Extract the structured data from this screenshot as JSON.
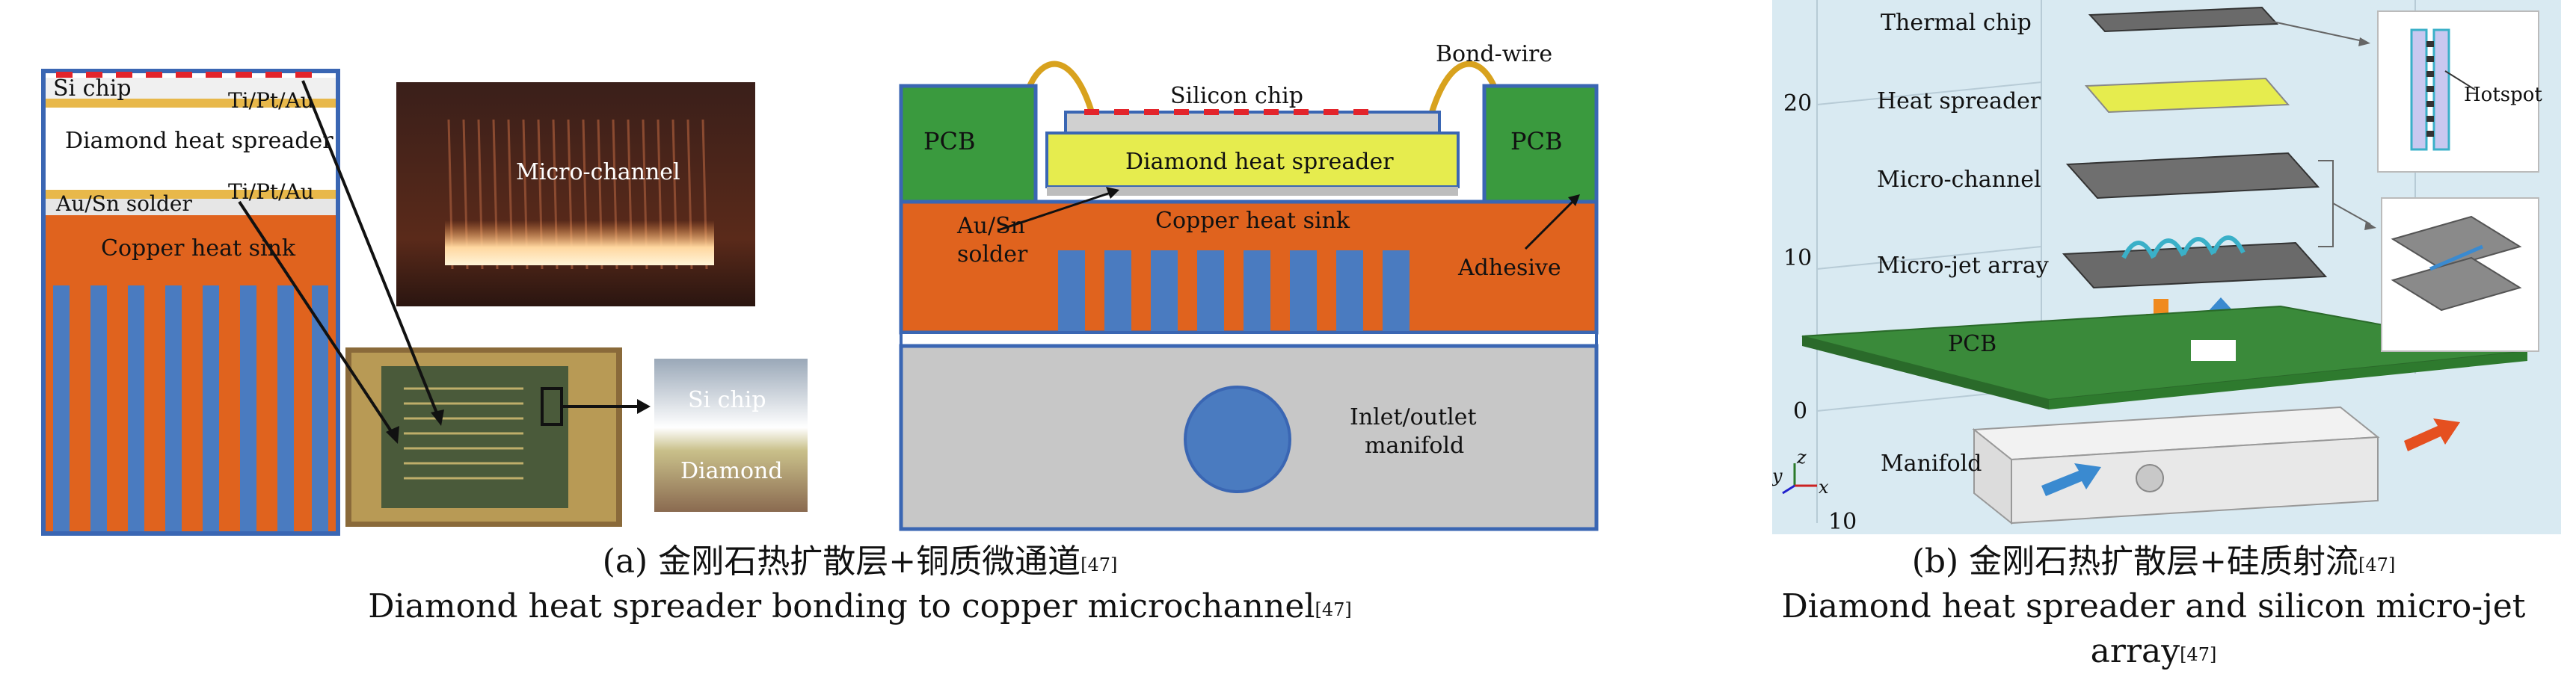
{
  "panel_a": {
    "left_labels": {
      "si_chip": "Si chip",
      "ti_top": "Ti/Pt/Au",
      "diamond_spreader": "Diamond heat spreader",
      "ti_bottom": "Ti/Pt/Au",
      "ausn_solder": "Au/Sn solder",
      "copper_sink": "Copper heat sink"
    },
    "photo_labels": {
      "micro_channel": "Micro-channel",
      "si_chip": "Si chip",
      "diamond": "Diamond"
    },
    "cross_section": {
      "pcb_left": "PCB",
      "pcb_right": "PCB",
      "bond_wire": "Bond-wire",
      "silicon_chip": "Silicon chip",
      "diamond_spreader": "Diamond heat spreader",
      "copper_sink": "Copper heat sink",
      "ausn_solder_1": "Au/Sn",
      "ausn_solder_2": "solder",
      "adhesive": "Adhesive",
      "manifold_1": "Inlet/outlet",
      "manifold_2": "manifold"
    },
    "caption_cn": "(a) 金刚石热扩散层+铜质微通道",
    "caption_cn_ref": "[47]",
    "caption_en": "Diamond heat spreader bonding to copper microchannel",
    "caption_en_ref": "[47]"
  },
  "panel_b": {
    "layers": {
      "thermal_chip": "Thermal chip",
      "heat_spreader": "Heat spreader",
      "micro_channel": "Micro-channel",
      "micro_jet": "Micro-jet array",
      "pcb": "PCB",
      "manifold": "Manifold"
    },
    "hotspot": "Hotspot",
    "axis_ticks": [
      "20",
      "10",
      "0",
      "10"
    ],
    "axis_labels": {
      "z": "z",
      "y": "y",
      "x": "x"
    },
    "caption_cn": "(b) 金刚石热扩散层+硅质射流",
    "caption_cn_ref": "[47]",
    "caption_en": "Diamond heat spreader and silicon micro-jet array",
    "caption_en_ref": "[47]"
  },
  "colors": {
    "copper": "#e0631e",
    "channel_blue": "#4a7bc0",
    "diamond_yellow": "#e6ec4e",
    "pcb_green": "#3a9a3e",
    "frame_blue": "#3a66b3",
    "manifold_gray": "#c7c7c7",
    "panel_b_bg": "#d9eaf2"
  }
}
